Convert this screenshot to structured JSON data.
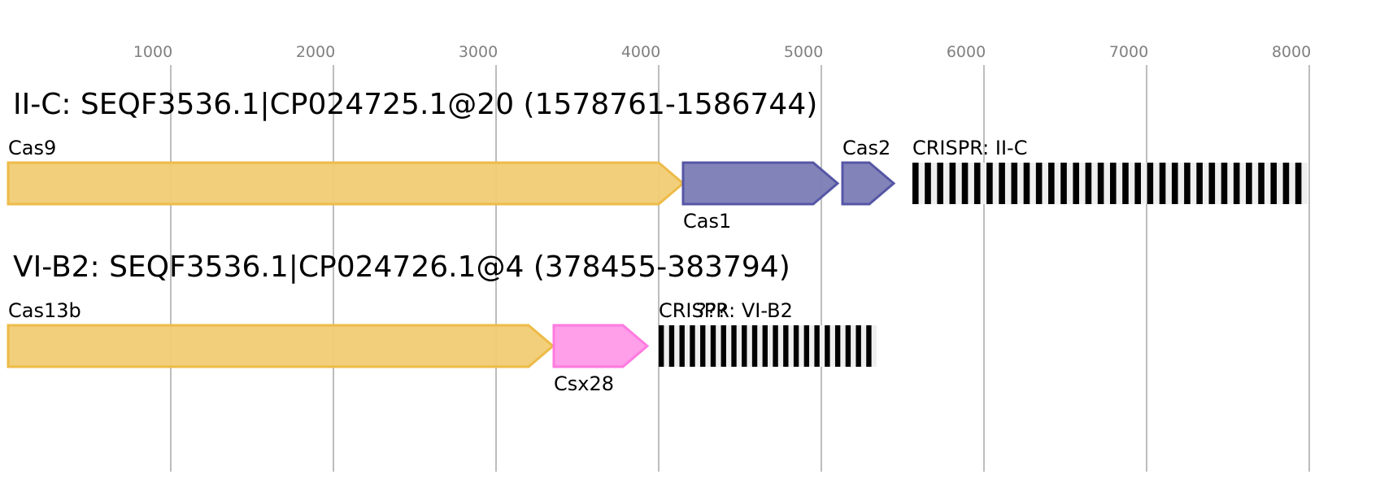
{
  "chart_data": {
    "type": "gene-locus-diagram",
    "xlabel": "",
    "xlim": [
      0,
      8400
    ],
    "grid": true,
    "ticks": [
      1000,
      2000,
      3000,
      4000,
      5000,
      6000,
      7000,
      8000
    ],
    "tick_labels": [
      "1000",
      "2000",
      "3000",
      "4000",
      "5000",
      "6000",
      "7000",
      "8000"
    ],
    "loci": [
      {
        "title": "II-C: SEQF3536.1|CP024725.1@20 (1578761-1586744)",
        "features": [
          {
            "name": "Cas9",
            "kind": "gene",
            "start": 0,
            "end": 4150,
            "strand": "+",
            "color": "yellow",
            "label_pos": "above"
          },
          {
            "name": "Cas1",
            "kind": "gene",
            "start": 4150,
            "end": 5100,
            "strand": "+",
            "color": "purple",
            "label_pos": "below"
          },
          {
            "name": "Cas2",
            "kind": "gene",
            "start": 5130,
            "end": 5445,
            "strand": "+",
            "color": "purple",
            "label_pos": "above"
          },
          {
            "name": "CRISPR: II-C",
            "kind": "crispr",
            "start": 5560,
            "end": 7990,
            "repeats": 32,
            "label_pos": "above"
          }
        ]
      },
      {
        "title": "VI-B2: SEQF3536.1|CP024726.1@4 (378455-383794)",
        "features": [
          {
            "name": "Cas13b",
            "kind": "gene",
            "start": 0,
            "end": 3350,
            "strand": "+",
            "color": "yellow",
            "label_pos": "above"
          },
          {
            "name": "Csx28",
            "kind": "gene",
            "start": 3355,
            "end": 3930,
            "strand": "+",
            "color": "pink",
            "label_pos": "below"
          },
          {
            "name": "???",
            "kind": "label-only",
            "start": 4230,
            "end": 4230,
            "label_pos": "above"
          },
          {
            "name": "CRISPR: VI-B2",
            "kind": "crispr",
            "start": 4000,
            "end": 5340,
            "repeats": 21,
            "label_pos": "above"
          }
        ]
      }
    ]
  },
  "palette": {
    "yellow": {
      "fill": "#F1CC73",
      "stroke": "#EDBB48"
    },
    "purple": {
      "fill": "#7B7DB5",
      "stroke": "#5656A6"
    },
    "pink": {
      "fill": "#FF99E8",
      "stroke": "#FF7AE0"
    },
    "crispr_dark": "#000000",
    "crispr_light": "#EFEFEF",
    "grid": "#BDBDBD",
    "tick_text": "#808080"
  }
}
